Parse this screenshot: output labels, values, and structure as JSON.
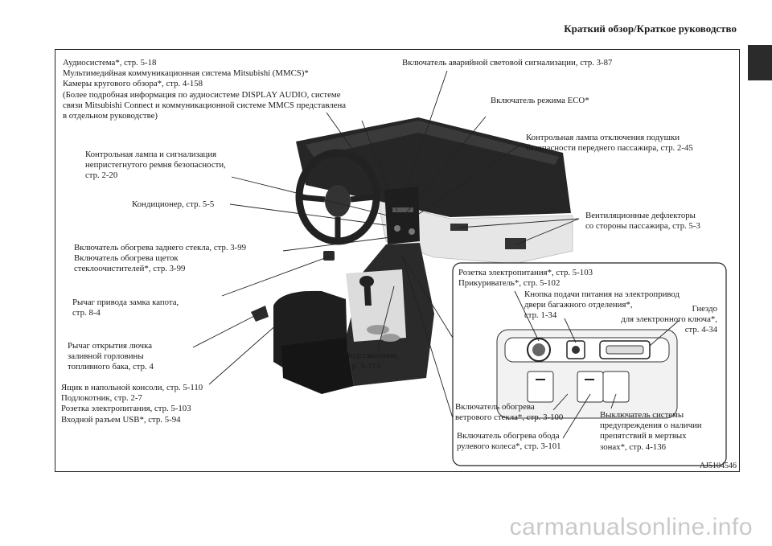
{
  "header": {
    "title": "Краткий обзор/Краткое руководство"
  },
  "labels": {
    "audio": "Аудиосистема*, стр. 5-18\nМультимедийная коммуникационная система Mitsubishi (MMCS)*\nКамеры кругового обзора*, стр. 4-158\n(Более подробная информация по аудиосистеме DISPLAY AUDIO, системе\nсвязи Mitsubishi Connect и коммуникационной системе MMCS представлена\nв отдельном руководстве)",
    "hazard": "Включатель аварийной световой сигнализации, стр. 3-87",
    "eco": "Включатель режима ECO*",
    "airbag_off": "Контрольная лампа отключения подушки\nбезопасности переднего пассажира, стр. 2-45",
    "seatbelt": "Контрольная лампа и сигнализация\nнепристегнутого ремня безопасности,\nстр. 2-20",
    "aircon": "Кондиционер, стр. 5-5",
    "vents": "Вентиляционные дефлекторы\nсо стороны пассажира, стр. 5-3",
    "rear_defog": "Включатель обогрева заднего стекла, стр. 3-99\nВключатель обогрева щеток\nстеклоочистителей*, стр. 3-99",
    "hood": "Рычаг привода замка капота,\nстр. 8-4",
    "fuel": "Рычаг открытия лючка\nзаливной горловины\nтопливного бака, стр. 4",
    "console": "Ящик в напольной консоли, стр. 5-110\nПодлокотник, стр. 2-7\nРозетка электропитания, стр. 5-103\nВходной разъем USB*, стр. 5-94",
    "cupholder": "Подстаканник,\nстр. 5-113",
    "power_socket": "Розетка электропитания*, стр. 5-103\nПрикуриватель*, стр. 5-102",
    "tailgate": "Кнопка подачи питания на электропривод\nдвери багажного отделения*,\nстр. 1-34",
    "key_slot": "Гнездо\nдля электронного ключа*,\nстр. 4-34",
    "windshield": "Включатель обогрева\nветрового стекла*, стр. 3-100",
    "steering_heat": "Включатель обогрева обода\nрулевого колеса*, стр. 3-101",
    "blind_spot": "Выключатель системы\nпредупреждения о наличии\nпрепятствий в мертвых\nзонах*, стр. 4-136"
  },
  "figure_code": "AJ5104546",
  "watermark": "carmanualsonline.info"
}
